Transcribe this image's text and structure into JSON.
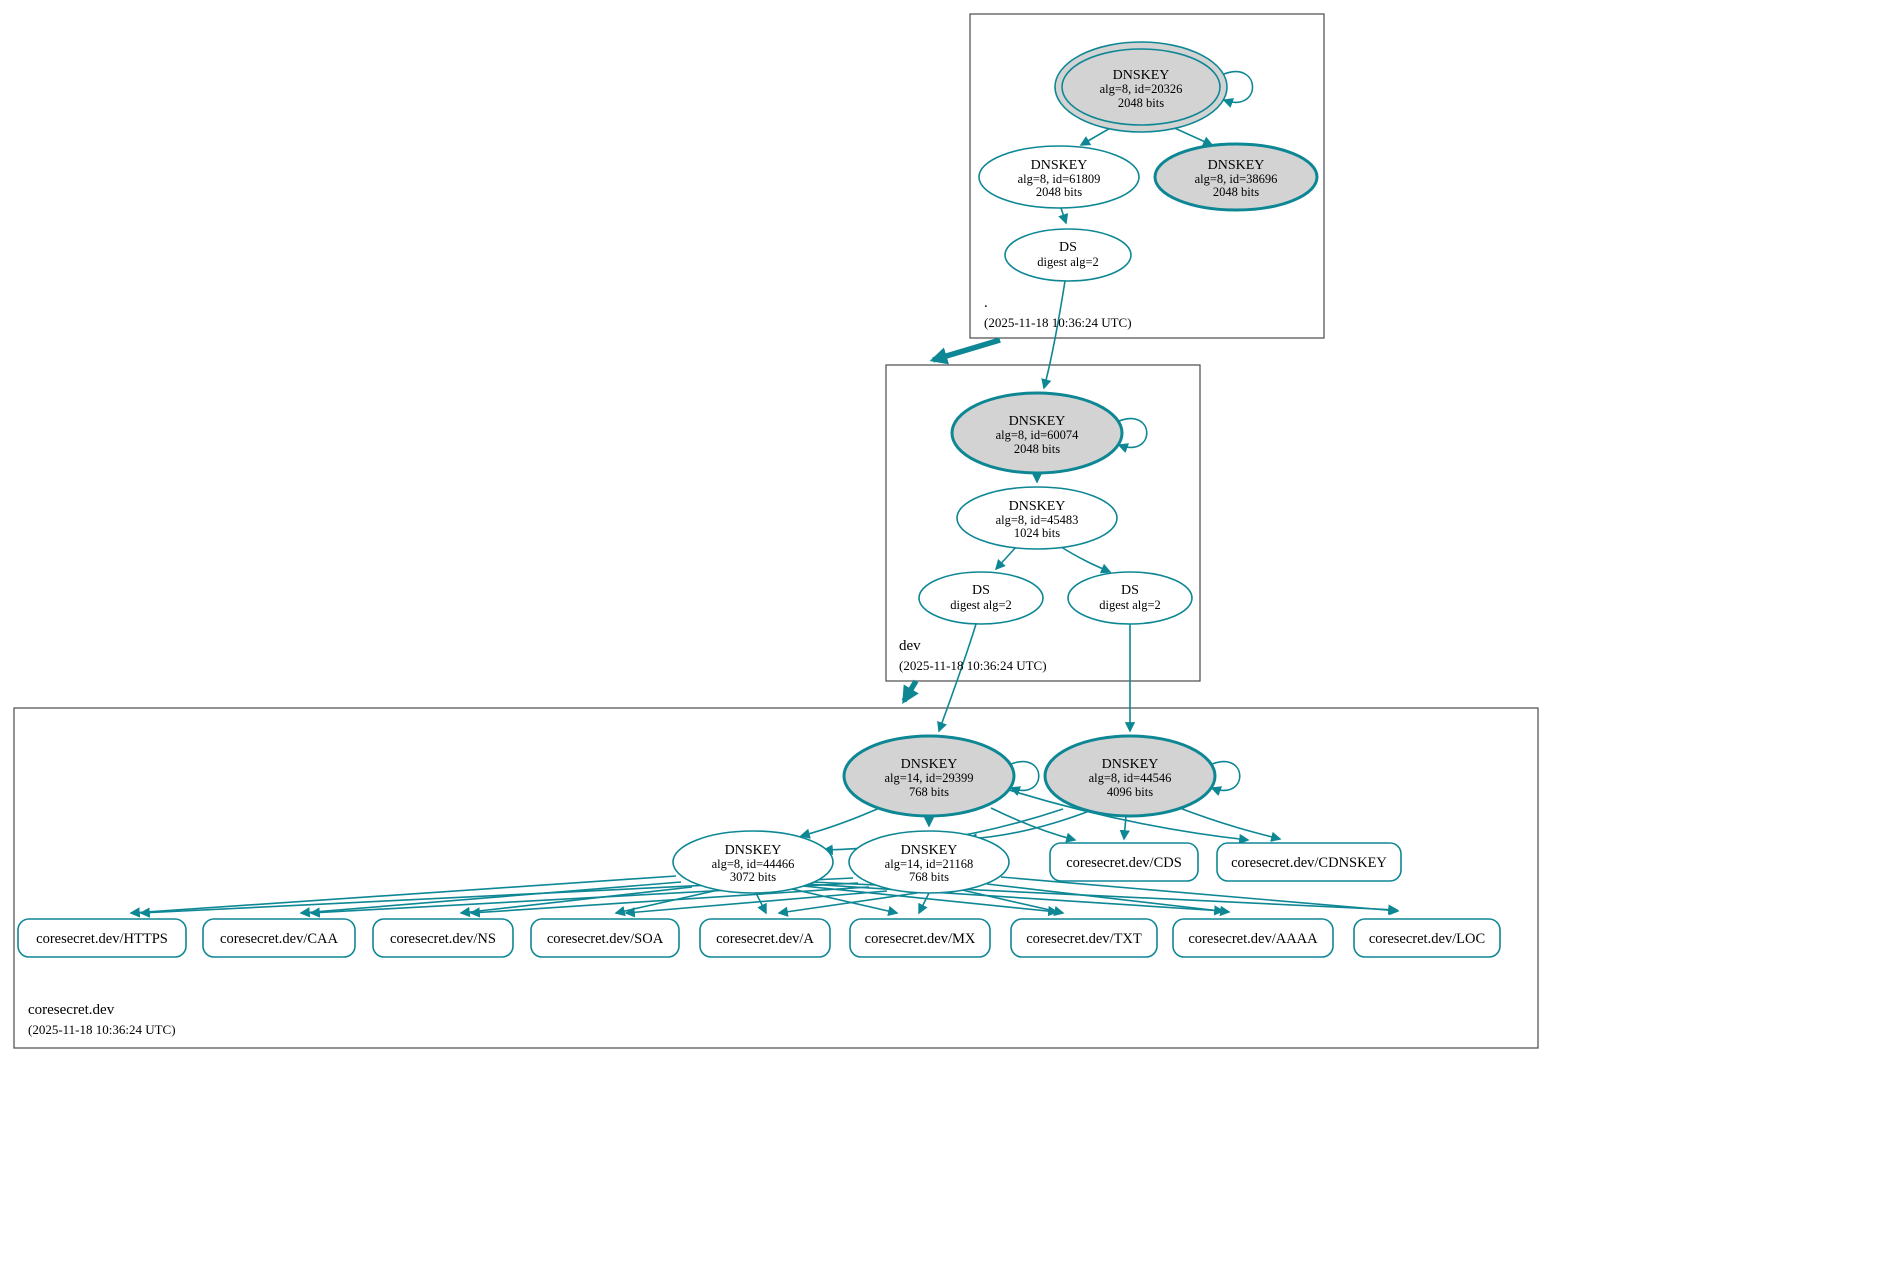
{
  "colors": {
    "edge_stroke": "#0e8795",
    "ksk_fill": "#d3d3d3",
    "node_fill": "#ffffff",
    "box_stroke": "#4a4a4a"
  },
  "zones": {
    "root": {
      "label": ".",
      "timestamp": "(2025-11-18 10:36:24 UTC)",
      "ksk": {
        "title": "DNSKEY",
        "detail": "alg=8, id=20326",
        "bits": "2048 bits"
      },
      "zsk": {
        "title": "DNSKEY",
        "detail": "alg=8, id=61809",
        "bits": "2048 bits"
      },
      "ksk2": {
        "title": "DNSKEY",
        "detail": "alg=8, id=38696",
        "bits": "2048 bits"
      },
      "ds": {
        "title": "DS",
        "detail": "digest alg=2"
      }
    },
    "dev": {
      "label": "dev",
      "timestamp": "(2025-11-18 10:36:24 UTC)",
      "ksk": {
        "title": "DNSKEY",
        "detail": "alg=8, id=60074",
        "bits": "2048 bits"
      },
      "zsk": {
        "title": "DNSKEY",
        "detail": "alg=8, id=45483",
        "bits": "1024 bits"
      },
      "ds1": {
        "title": "DS",
        "detail": "digest alg=2"
      },
      "ds2": {
        "title": "DS",
        "detail": "digest alg=2"
      }
    },
    "coresecret": {
      "label": "coresecret.dev",
      "timestamp": "(2025-11-18 10:36:24 UTC)",
      "ksk1": {
        "title": "DNSKEY",
        "detail": "alg=14, id=29399",
        "bits": "768 bits"
      },
      "ksk2": {
        "title": "DNSKEY",
        "detail": "alg=8, id=44546",
        "bits": "4096 bits"
      },
      "zsk1": {
        "title": "DNSKEY",
        "detail": "alg=8, id=44466",
        "bits": "3072 bits"
      },
      "zsk2": {
        "title": "DNSKEY",
        "detail": "alg=14, id=21168",
        "bits": "768 bits"
      },
      "cds": "coresecret.dev/CDS",
      "cdnskey": "coresecret.dev/CDNSKEY",
      "rrsets": [
        "coresecret.dev/HTTPS",
        "coresecret.dev/CAA",
        "coresecret.dev/NS",
        "coresecret.dev/SOA",
        "coresecret.dev/A",
        "coresecret.dev/MX",
        "coresecret.dev/TXT",
        "coresecret.dev/AAAA",
        "coresecret.dev/LOC"
      ]
    }
  }
}
